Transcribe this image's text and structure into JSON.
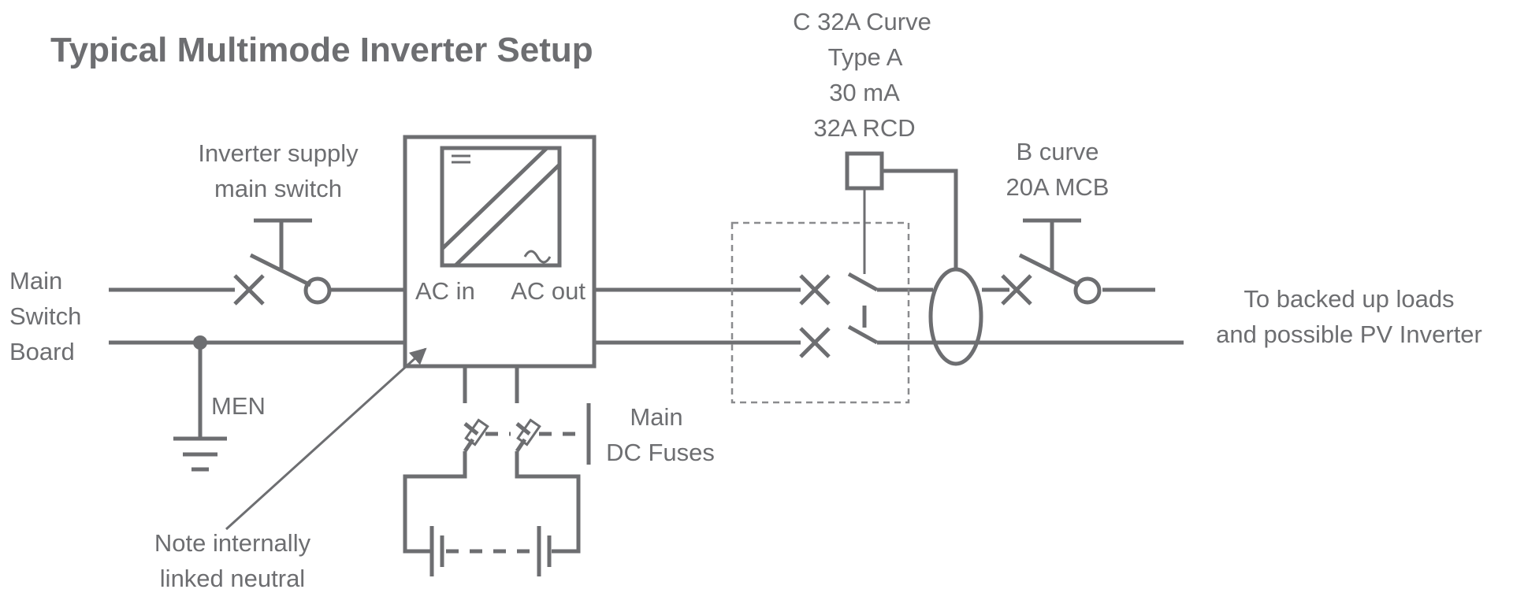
{
  "title": "Typical Multimode Inverter Setup",
  "labels": {
    "main_switch_board": [
      "Main",
      "Switch",
      "Board"
    ],
    "inverter_supply_switch": [
      "Inverter supply",
      "main switch"
    ],
    "ac_in": "AC in",
    "ac_out": "AC out",
    "men": "MEN",
    "note_neutral": [
      "Note internally",
      "linked neutral"
    ],
    "dc_fuses": [
      "Main",
      "DC Fuses"
    ],
    "rcd": [
      "C 32A Curve",
      "Type A",
      "30 mA",
      "32A RCD"
    ],
    "mcb": [
      "B curve",
      "20A MCB"
    ],
    "loads": [
      "To backed up loads",
      "and possible PV Inverter"
    ]
  },
  "colors": {
    "stroke": "#6d6e71",
    "background": "#ffffff"
  }
}
